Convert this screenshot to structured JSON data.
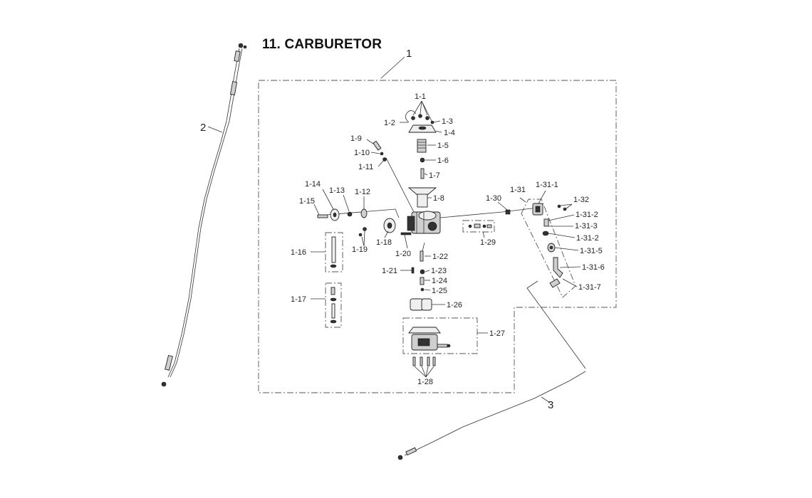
{
  "title": "11. CARBURETOR",
  "callouts": {
    "c1": "1",
    "c2": "2",
    "c3": "3",
    "c1_1": "1-1",
    "c1_2": "1-2",
    "c1_3": "1-3",
    "c1_4": "1-4",
    "c1_5": "1-5",
    "c1_6": "1-6",
    "c1_7": "1-7",
    "c1_8": "1-8",
    "c1_9": "1-9",
    "c1_10": "1-10",
    "c1_11": "1-11",
    "c1_12": "1-12",
    "c1_13": "1-13",
    "c1_14": "1-14",
    "c1_15": "1-15",
    "c1_16": "1-16",
    "c1_17": "1-17",
    "c1_18": "1-18",
    "c1_19": "1-19",
    "c1_20": "1-20",
    "c1_21": "1-21",
    "c1_22": "1-22",
    "c1_23": "1-23",
    "c1_24": "1-24",
    "c1_25": "1-25",
    "c1_26": "1-26",
    "c1_27": "1-27",
    "c1_28": "1-28",
    "c1_29": "1-29",
    "c1_30": "1-30",
    "c1_31": "1-31",
    "c1_31_1": "1-31-1",
    "c1_31_2a": "1-31-2",
    "c1_31_2b": "1-31-2",
    "c1_31_3": "1-31-3",
    "c1_31_5": "1-31-5",
    "c1_31_6": "1-31-6",
    "c1_31_7": "1-31-7",
    "c1_32": "1-32"
  }
}
